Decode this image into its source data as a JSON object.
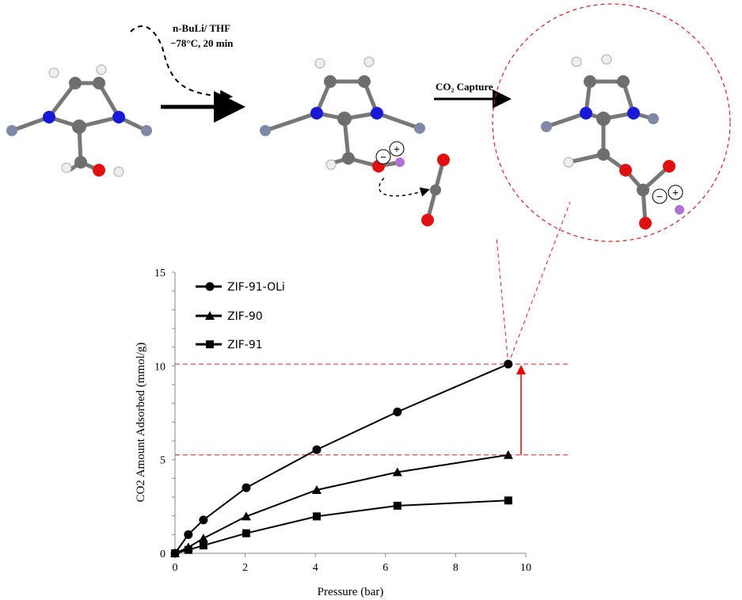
{
  "scheme": {
    "reagent_line1": "n-BuLi/ THF",
    "reagent_line2": "−78°C, 20 min",
    "step2_label": "CO₂ Capture",
    "charge_minus": "−",
    "charge_plus": "+"
  },
  "colors": {
    "carbon": "#6e6e6e",
    "nitrogen": "#1a1ad6",
    "oxygen": "#e01010",
    "hydrogen": "#f0f0f0",
    "lithium": "#b070d0",
    "zinc": "#8088a8",
    "guide": "#d02020"
  },
  "chart_data": {
    "type": "line",
    "xlabel": "Pressure (bar)",
    "ylabel": "CO2 Amount Adsorbed (mmol/g)",
    "xlim": [
      0,
      10
    ],
    "ylim": [
      0,
      15
    ],
    "xticks": [
      "0",
      "2",
      "4",
      "6",
      "8",
      "10"
    ],
    "yticks": [
      "0",
      "5",
      "10",
      "15"
    ],
    "legend_position": "top-left",
    "x": [
      0,
      0.38,
      0.81,
      2.03,
      4.04,
      6.34,
      9.5
    ],
    "series": [
      {
        "name": "ZIF-91-OLi",
        "marker": "circle",
        "values": [
          0,
          1.0,
          1.78,
          3.5,
          5.53,
          7.55,
          10.1
        ]
      },
      {
        "name": "ZIF-90",
        "marker": "triangle",
        "values": [
          0,
          0.32,
          0.8,
          1.97,
          3.38,
          4.33,
          5.25
        ]
      },
      {
        "name": "ZIF-91",
        "marker": "square",
        "values": [
          0,
          0.18,
          0.42,
          1.07,
          1.97,
          2.54,
          2.82
        ]
      }
    ],
    "annotations": {
      "reference_lines_y": [
        10.1,
        5.25
      ],
      "arrow_from": 5.25,
      "arrow_to": 10.1
    }
  }
}
